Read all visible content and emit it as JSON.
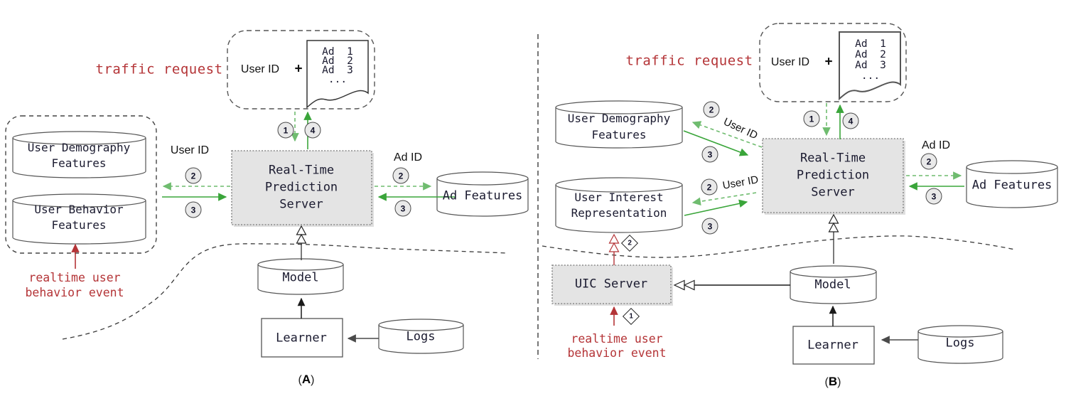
{
  "steps": {
    "one": "1",
    "two": "2",
    "three": "3",
    "four": "4"
  },
  "colors": {
    "green_solid": "#3aa53a",
    "green_dashed": "#6fbc6f",
    "red": "#b43437",
    "server_fill": "#e4e4e4"
  },
  "a": {
    "traffic_request": "traffic request",
    "request": {
      "user_id": "User ID",
      "plus": "+",
      "ads": [
        "Ad  1",
        "Ad  2",
        "Ad  3",
        "..."
      ]
    },
    "user_id_label": "User ID",
    "ad_id_label": "Ad ID",
    "demography": [
      "User Demography",
      "Features"
    ],
    "behavior": [
      "User Behavior",
      "Features"
    ],
    "server": [
      "Real-Time",
      "Prediction",
      "Server"
    ],
    "ad_features": "Ad Features",
    "model": "Model",
    "learner": "Learner",
    "logs": "Logs",
    "event": [
      "realtime user",
      "behavior event"
    ],
    "caption": {
      "open": "(",
      "letter": "A",
      "close": ")"
    }
  },
  "b": {
    "traffic_request": "traffic request",
    "request": {
      "user_id": "User ID",
      "plus": "+",
      "ads": [
        "Ad  1",
        "Ad  2",
        "Ad  3",
        "..."
      ]
    },
    "user_id_top_label": "User ID",
    "user_id_bottom_label": "User ID",
    "ad_id_label": "Ad ID",
    "demography": [
      "User Demography",
      "Features"
    ],
    "interest": [
      "User Interest",
      "Representation"
    ],
    "server": [
      "Real-Time",
      "Prediction",
      "Server"
    ],
    "uic_server": "UIC Server",
    "ad_features": "Ad Features",
    "model": "Model",
    "learner": "Learner",
    "logs": "Logs",
    "event": [
      "realtime user",
      "behavior event"
    ],
    "caption": {
      "open": "(",
      "letter": "B",
      "close": ")"
    }
  }
}
